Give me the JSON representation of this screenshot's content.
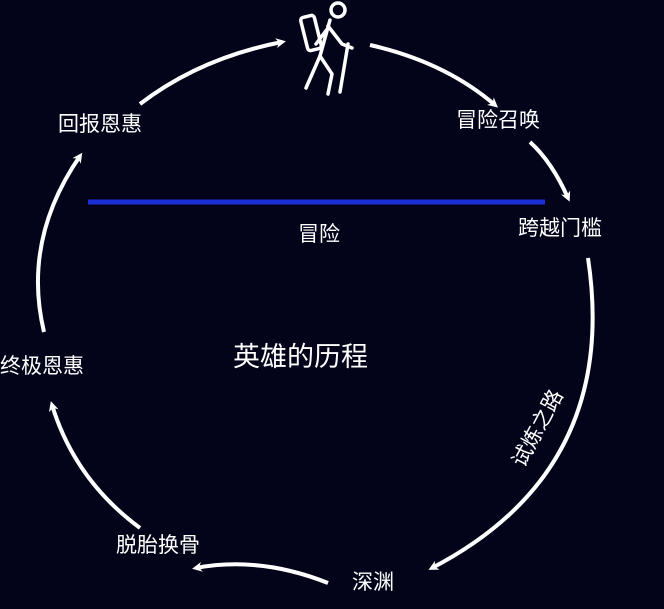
{
  "diagram": {
    "center_title": "英雄的历程",
    "threshold_label": "冒险",
    "stages": {
      "call": "冒险召唤",
      "threshold": "跨越门槛",
      "trials": "试炼之路",
      "abyss": "深渊",
      "transformation": "脱胎换骨",
      "ultimate_boon": "终极恩惠",
      "return_boon": "回报恩惠"
    },
    "icons": {
      "hero": "hiker-icon"
    },
    "colors": {
      "background": "#03031a",
      "arrows": "#ffffff",
      "threshold_line": "#1a2fd6",
      "text": "#ffffff"
    }
  }
}
